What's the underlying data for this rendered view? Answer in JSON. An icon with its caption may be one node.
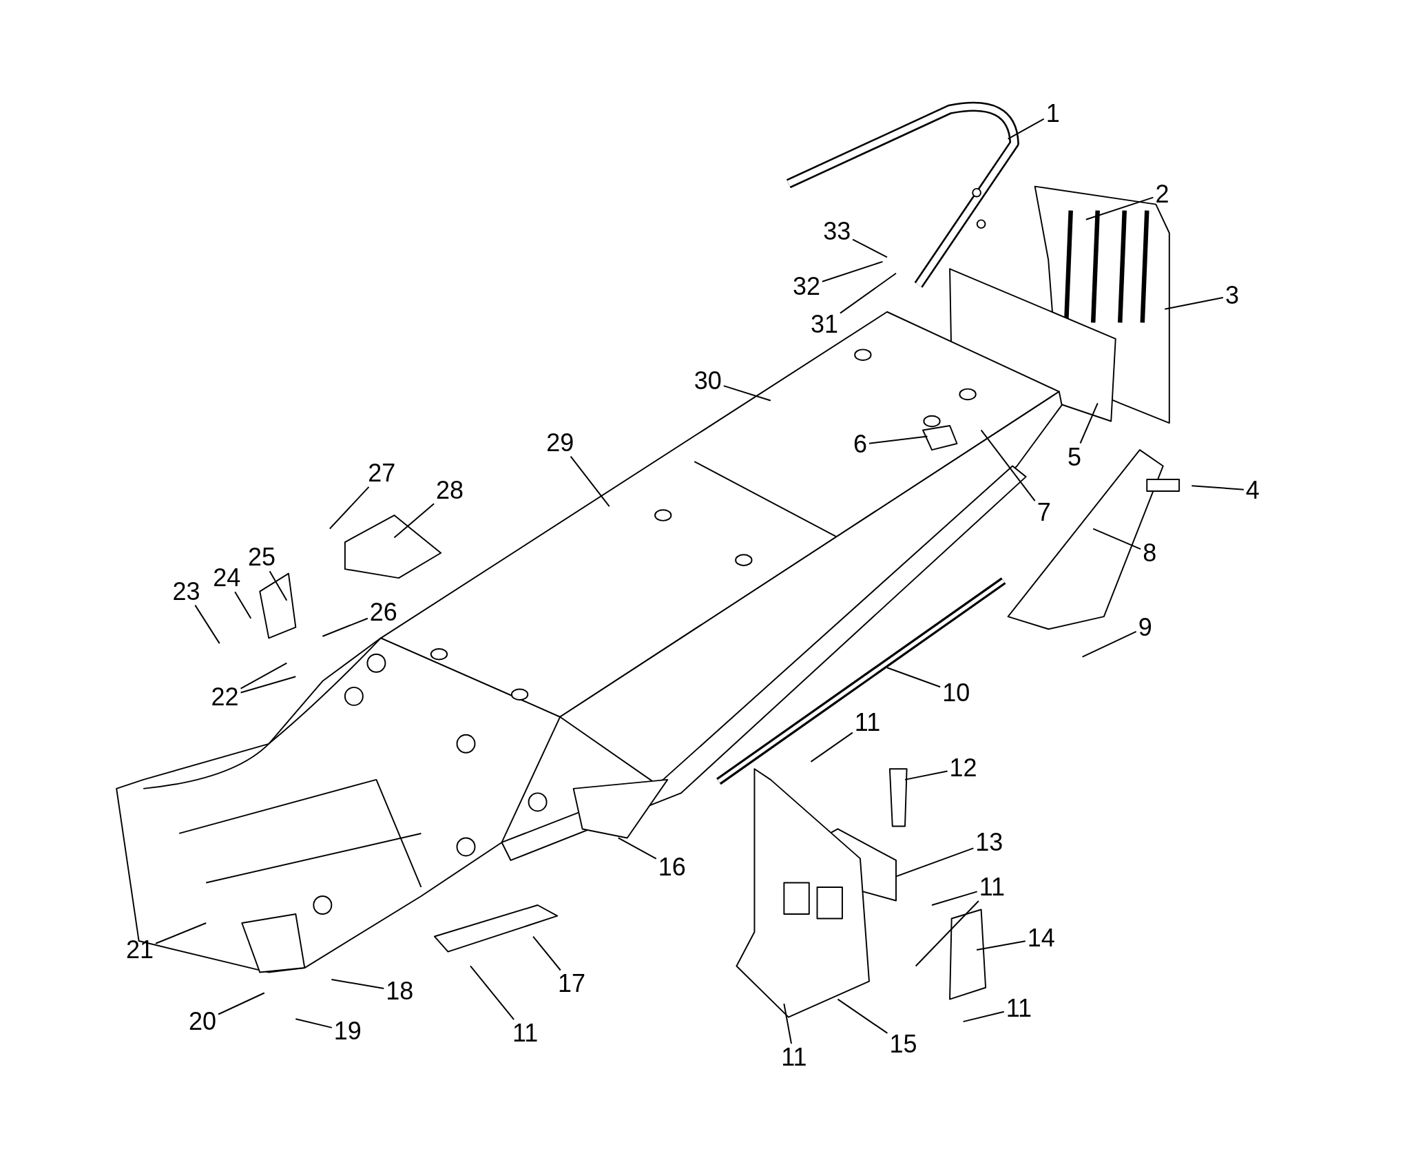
{
  "diagram": {
    "nodes": [
      {
        "text": [
          "1"
        ]
      },
      {
        "text": [
          "2"
        ]
      },
      {
        "text": [
          "3"
        ]
      },
      {
        "text": [
          "4"
        ]
      },
      {
        "text": [
          "5"
        ]
      },
      {
        "text": [
          "6"
        ]
      },
      {
        "text": [
          "7"
        ]
      },
      {
        "text": [
          "8"
        ]
      },
      {
        "text": [
          "9"
        ]
      },
      {
        "text": [
          "10"
        ]
      },
      {
        "text": [
          "11"
        ]
      },
      {
        "text": [
          "12"
        ]
      },
      {
        "text": [
          "13"
        ]
      },
      {
        "text": [
          "11"
        ]
      },
      {
        "text": [
          "14"
        ]
      },
      {
        "text": [
          "15"
        ]
      },
      {
        "text": [
          "11"
        ]
      },
      {
        "text": [
          "11"
        ]
      },
      {
        "text": [
          "16"
        ]
      },
      {
        "text": [
          "17"
        ]
      },
      {
        "text": [
          "11"
        ]
      },
      {
        "text": [
          "18"
        ]
      },
      {
        "text": [
          "19"
        ]
      },
      {
        "text": [
          "20"
        ]
      },
      {
        "text": [
          "21"
        ]
      },
      {
        "text": [
          "22"
        ]
      },
      {
        "text": [
          "23"
        ]
      },
      {
        "text": [
          "24"
        ]
      },
      {
        "text": [
          "25"
        ]
      },
      {
        "text": [
          "26"
        ]
      },
      {
        "text": [
          "27"
        ]
      },
      {
        "text": [
          "28"
        ]
      },
      {
        "text": [
          "29"
        ]
      },
      {
        "text": [
          "30"
        ]
      },
      {
        "text": [
          "31"
        ]
      },
      {
        "text": [
          "32"
        ]
      },
      {
        "text": [
          "33"
        ]
      }
    ],
    "edges": [
      {
        "from": 0,
        "to": null,
        "arrow": "none"
      },
      {
        "from": 1,
        "to": null,
        "arrow": "none"
      },
      {
        "from": 2,
        "to": null,
        "arrow": "none"
      },
      {
        "from": 3,
        "to": null,
        "arrow": "none"
      },
      {
        "from": 4,
        "to": null,
        "arrow": "none"
      },
      {
        "from": 5,
        "to": null,
        "arrow": "none"
      },
      {
        "from": 6,
        "to": null,
        "arrow": "none"
      },
      {
        "from": 7,
        "to": null,
        "arrow": "none"
      },
      {
        "from": 8,
        "to": null,
        "arrow": "none"
      },
      {
        "from": 9,
        "to": null,
        "arrow": "none"
      },
      {
        "from": 10,
        "to": null,
        "arrow": "none"
      },
      {
        "from": 11,
        "to": null,
        "arrow": "none"
      },
      {
        "from": 12,
        "to": null,
        "arrow": "none"
      },
      {
        "from": 13,
        "to": null,
        "arrow": "none"
      },
      {
        "from": 13,
        "to": null,
        "arrow": "none"
      },
      {
        "from": 14,
        "to": null,
        "arrow": "none"
      },
      {
        "from": 15,
        "to": null,
        "arrow": "none"
      },
      {
        "from": 16,
        "to": null,
        "arrow": "none"
      },
      {
        "from": 17,
        "to": null,
        "arrow": "none"
      },
      {
        "from": 18,
        "to": null,
        "arrow": "none"
      },
      {
        "from": 19,
        "to": null,
        "arrow": "none"
      },
      {
        "from": 20,
        "to": null,
        "arrow": "none"
      },
      {
        "from": 21,
        "to": null,
        "arrow": "none"
      },
      {
        "from": 22,
        "to": null,
        "arrow": "none"
      },
      {
        "from": 23,
        "to": null,
        "arrow": "none"
      },
      {
        "from": 24,
        "to": null,
        "arrow": "none"
      },
      {
        "from": 25,
        "to": null,
        "arrow": "none"
      },
      {
        "from": 25,
        "to": null,
        "arrow": "none"
      },
      {
        "from": 26,
        "to": null,
        "arrow": "none"
      },
      {
        "from": 27,
        "to": null,
        "arrow": "none"
      },
      {
        "from": 28,
        "to": null,
        "arrow": "none"
      },
      {
        "from": 29,
        "to": null,
        "arrow": "none"
      },
      {
        "from": 30,
        "to": null,
        "arrow": "none"
      },
      {
        "from": 31,
        "to": null,
        "arrow": "none"
      },
      {
        "from": 32,
        "to": null,
        "arrow": "none"
      },
      {
        "from": 33,
        "to": null,
        "arrow": "none"
      },
      {
        "from": 34,
        "to": null,
        "arrow": "none"
      },
      {
        "from": 35,
        "to": null,
        "arrow": "none"
      },
      {
        "from": 36,
        "to": null,
        "arrow": "none"
      }
    ]
  }
}
